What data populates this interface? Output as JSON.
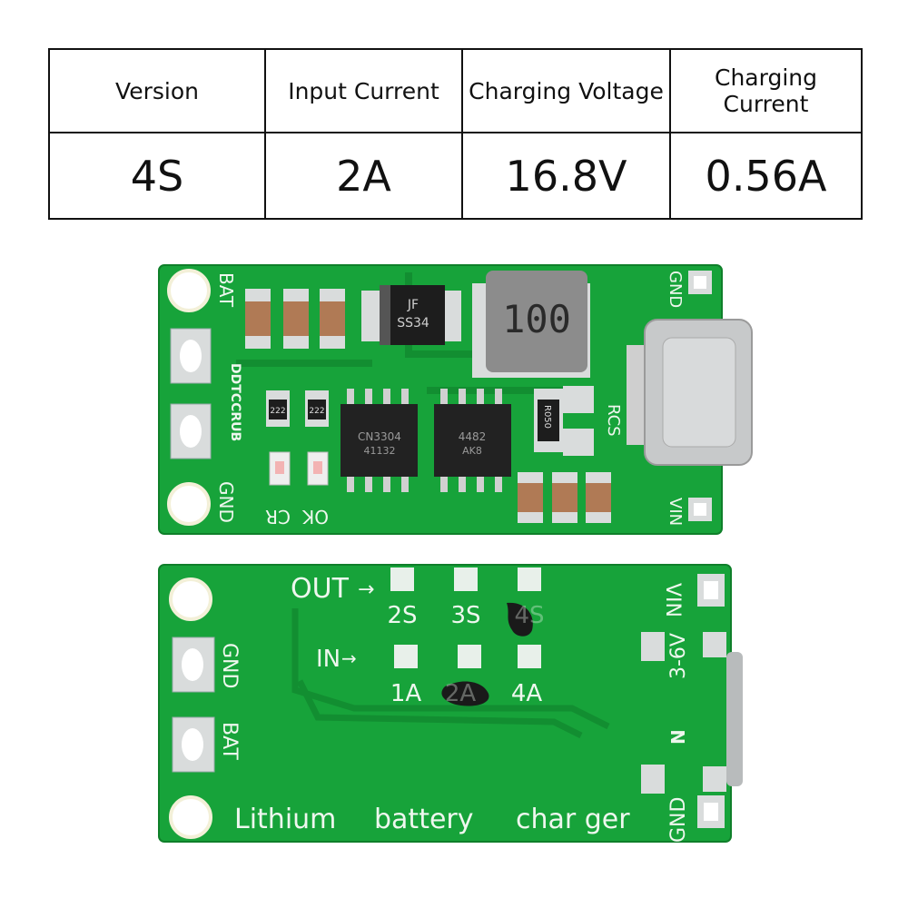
{
  "spec_table": {
    "headers": [
      "Version",
      "Input Current",
      "Charging Voltage",
      "Charging Current"
    ],
    "values": [
      "4S",
      "2A",
      "16.8V",
      "0.56A"
    ]
  },
  "front_board": {
    "labels": {
      "bat": "BAT",
      "gnd_left": "GND",
      "gnd_top_right": "GND",
      "vin": "VIN",
      "rcs": "RCS",
      "cr": "CR",
      "ok": "OK",
      "side_code": "DDTCCRUB"
    },
    "components": {
      "diode_line1": "JF",
      "diode_line2": "SS34",
      "inductor": "100",
      "ic1_line1": "CN3304",
      "ic1_line2": "41132",
      "ic2_line1": "4482",
      "ic2_line2": "AK8",
      "resistor_small_1": "222",
      "resistor_small_2": "222",
      "sense_resistor": "R050"
    }
  },
  "back_board": {
    "labels": {
      "out": "OUT",
      "in": "IN",
      "gnd_left": "GND",
      "bat_left": "BAT",
      "vin_right": "VIN",
      "range": "3-6V",
      "n_label": "N",
      "gnd_right": "GND",
      "opt_2s": "2S",
      "opt_3s": "3S",
      "opt_4s": "4S",
      "opt_1a": "1A",
      "opt_2a": "2A",
      "opt_4a": "4A",
      "footer_1": "Lithium",
      "footer_2": "battery",
      "footer_3": "char ger"
    }
  },
  "colors": {
    "pcb": "#17a33a",
    "pcb_dark": "#118a2f",
    "silkscreen": "#eef7ee",
    "pad": "#d9dcdc",
    "ic": "#222222",
    "capacitor": "#b07a55"
  }
}
